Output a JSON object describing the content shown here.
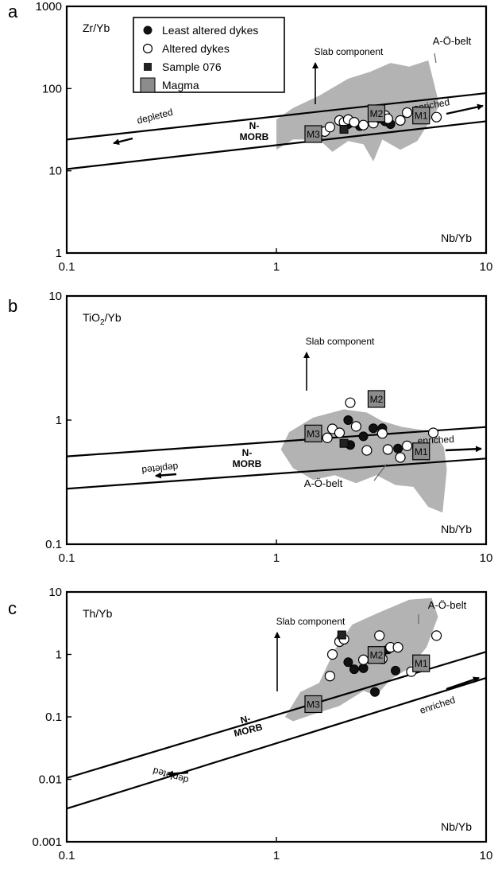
{
  "chart_data": [
    {
      "panel": "a",
      "type": "scatter",
      "xscale": "log",
      "yscale": "log",
      "xlim": [
        0.1,
        10
      ],
      "ylim": [
        1,
        1000
      ],
      "x_ticks": [
        "0.1",
        "1",
        "10"
      ],
      "y_ticks": [
        "1",
        "10",
        "100",
        "1000"
      ],
      "ylabel": "Zr/Yb",
      "xlabel": "Nb/Yb",
      "legend": {
        "placement": "top-left",
        "entries": [
          {
            "label": "Least altered dykes",
            "marker": "filled-circle"
          },
          {
            "label": "Altered dykes",
            "marker": "open-circle"
          },
          {
            "label": "Sample 076",
            "marker": "filled-square"
          },
          {
            "label": "Magma",
            "marker": "grey-square"
          }
        ]
      },
      "morb_band": {
        "label": "N-\nMORB",
        "upper": [
          [
            0.1,
            24
          ],
          [
            10,
            88
          ]
        ],
        "lower": [
          [
            0.1,
            10.5
          ],
          [
            10,
            40
          ]
        ]
      },
      "annotations": {
        "slab": "Slab component",
        "depleted": "depleted",
        "enriched": "enriched",
        "field": "A-Ö-belt"
      },
      "field_polygon": [
        [
          1.0,
          18
        ],
        [
          1.2,
          24
        ],
        [
          1.6,
          24
        ],
        [
          1.85,
          17
        ],
        [
          2.2,
          23
        ],
        [
          2.6,
          21
        ],
        [
          2.9,
          13
        ],
        [
          3.2,
          24
        ],
        [
          3.9,
          18
        ],
        [
          4.7,
          23
        ],
        [
          6.0,
          62
        ],
        [
          5.3,
          220
        ],
        [
          4.3,
          185
        ],
        [
          3.5,
          205
        ],
        [
          2.8,
          160
        ],
        [
          2.2,
          132
        ],
        [
          1.6,
          82
        ],
        [
          1.2,
          58
        ],
        [
          1.0,
          42
        ]
      ],
      "series": [
        {
          "name": "Least altered dykes",
          "points": [
            [
              2.2,
              37
            ],
            [
              2.5,
              35
            ],
            [
              3.3,
              40
            ],
            [
              3.5,
              37
            ]
          ]
        },
        {
          "name": "Altered dykes",
          "points": [
            [
              1.7,
              30
            ],
            [
              1.8,
              34
            ],
            [
              2.0,
              41
            ],
            [
              2.1,
              39
            ],
            [
              2.2,
              42
            ],
            [
              2.35,
              39
            ],
            [
              2.6,
              36
            ],
            [
              2.9,
              38
            ],
            [
              3.1,
              44
            ],
            [
              3.3,
              47
            ],
            [
              3.4,
              43
            ],
            [
              3.9,
              41
            ],
            [
              4.2,
              51
            ],
            [
              5.8,
              45
            ]
          ]
        },
        {
          "name": "Sample 076",
          "points": [
            [
              2.1,
              32
            ]
          ]
        }
      ],
      "magma": [
        {
          "label": "M1",
          "x": 4.9,
          "y": 47
        },
        {
          "label": "M2",
          "x": 3.0,
          "y": 50
        },
        {
          "label": "M3",
          "x": 1.5,
          "y": 28
        }
      ]
    },
    {
      "panel": "b",
      "type": "scatter",
      "xscale": "log",
      "yscale": "log",
      "xlim": [
        0.1,
        10
      ],
      "ylim": [
        0.1,
        10
      ],
      "x_ticks": [
        "0.1",
        "1",
        "10"
      ],
      "y_ticks": [
        "0.1",
        "1",
        "10"
      ],
      "ylabel": "TiO",
      "ylabel_sub": "2",
      "ylabel_tail": "/Yb",
      "xlabel": "Nb/Yb",
      "morb_band": {
        "label": "N-\nMORB",
        "upper": [
          [
            0.1,
            0.51
          ],
          [
            10,
            0.88
          ]
        ],
        "lower": [
          [
            0.1,
            0.28
          ],
          [
            10,
            0.49
          ]
        ]
      },
      "annotations": {
        "slab": "Slab component",
        "depleted": "depleted",
        "enriched": "enriched",
        "field": "A-Ö-belt"
      },
      "field_polygon": [
        [
          1.5,
          1.05
        ],
        [
          2.1,
          1.22
        ],
        [
          2.7,
          1.15
        ],
        [
          3.2,
          0.98
        ],
        [
          4.0,
          0.88
        ],
        [
          5.0,
          0.83
        ],
        [
          5.8,
          0.76
        ],
        [
          6.3,
          0.6
        ],
        [
          6.5,
          0.4
        ],
        [
          6.2,
          0.18
        ],
        [
          5.3,
          0.2
        ],
        [
          4.5,
          0.29
        ],
        [
          3.7,
          0.3
        ],
        [
          3.0,
          0.36
        ],
        [
          2.4,
          0.31
        ],
        [
          1.9,
          0.36
        ],
        [
          1.5,
          0.33
        ],
        [
          1.2,
          0.41
        ],
        [
          1.05,
          0.58
        ],
        [
          1.15,
          0.8
        ]
      ],
      "series": [
        {
          "name": "Least altered dykes",
          "points": [
            [
              2.2,
              1.0
            ],
            [
              2.25,
              0.63
            ],
            [
              2.6,
              0.74
            ],
            [
              2.9,
              0.86
            ],
            [
              3.2,
              0.86
            ],
            [
              3.8,
              0.59
            ]
          ]
        },
        {
          "name": "Altered dykes",
          "points": [
            [
              1.75,
              0.72
            ],
            [
              1.85,
              0.85
            ],
            [
              2.0,
              0.79
            ],
            [
              2.25,
              1.38
            ],
            [
              2.4,
              0.89
            ],
            [
              2.7,
              0.57
            ],
            [
              3.2,
              0.78
            ],
            [
              3.4,
              0.58
            ],
            [
              3.9,
              0.5
            ],
            [
              4.2,
              0.62
            ],
            [
              5.6,
              0.79
            ]
          ]
        },
        {
          "name": "Sample 076",
          "points": [
            [
              2.1,
              0.65
            ]
          ]
        }
      ],
      "magma": [
        {
          "label": "M1",
          "x": 4.9,
          "y": 0.56
        },
        {
          "label": "M2",
          "x": 3.0,
          "y": 1.48
        },
        {
          "label": "M3",
          "x": 1.5,
          "y": 0.78
        }
      ]
    },
    {
      "panel": "c",
      "type": "scatter",
      "xscale": "log",
      "yscale": "log",
      "xlim": [
        0.1,
        10
      ],
      "ylim": [
        0.001,
        10
      ],
      "x_ticks": [
        "0.1",
        "1",
        "10"
      ],
      "y_ticks": [
        "0.001",
        "0.01",
        "0.1",
        "1",
        "10"
      ],
      "ylabel": "Th/Yb",
      "xlabel": "Nb/Yb",
      "morb_band": {
        "label": "N-\nMORB",
        "upper": [
          [
            0.1,
            0.0105
          ],
          [
            10,
            1.1
          ]
        ],
        "lower": [
          [
            0.1,
            0.0034
          ],
          [
            10,
            0.42
          ]
        ]
      },
      "annotations": {
        "slab": "Slab component",
        "depleted": "depleted",
        "enriched": "enriched",
        "field": "A-Ö-belt"
      },
      "field_polygon": [
        [
          1.1,
          0.1
        ],
        [
          1.3,
          0.25
        ],
        [
          1.6,
          0.35
        ],
        [
          1.9,
          1.2
        ],
        [
          2.3,
          3.0
        ],
        [
          3.0,
          4.5
        ],
        [
          4.3,
          7.5
        ],
        [
          5.5,
          8.0
        ],
        [
          5.9,
          4.0
        ],
        [
          5.2,
          1.3
        ],
        [
          4.3,
          0.6
        ],
        [
          3.5,
          0.4
        ],
        [
          3.0,
          0.22
        ],
        [
          2.6,
          0.26
        ],
        [
          2.0,
          0.15
        ],
        [
          1.5,
          0.11
        ],
        [
          1.2,
          0.085
        ]
      ],
      "series": [
        {
          "name": "Least altered dykes",
          "points": [
            [
              2.05,
              1.9
            ],
            [
              2.2,
              0.75
            ],
            [
              2.35,
              0.58
            ],
            [
              2.6,
              0.6
            ],
            [
              2.95,
              0.25
            ],
            [
              3.2,
              1.1
            ],
            [
              3.4,
              1.2
            ],
            [
              3.7,
              0.55
            ]
          ]
        },
        {
          "name": "Altered dykes",
          "points": [
            [
              1.8,
              0.45
            ],
            [
              1.85,
              1.0
            ],
            [
              2.0,
              1.6
            ],
            [
              2.1,
              1.75
            ],
            [
              2.6,
              0.82
            ],
            [
              3.1,
              2.0
            ],
            [
              3.2,
              0.85
            ],
            [
              3.5,
              1.3
            ],
            [
              3.8,
              1.3
            ],
            [
              4.4,
              0.53
            ],
            [
              5.8,
              2.0
            ]
          ]
        },
        {
          "name": "Sample 076",
          "points": [
            [
              2.05,
              2.05
            ]
          ]
        }
      ],
      "magma": [
        {
          "label": "M1",
          "x": 4.9,
          "y": 0.72
        },
        {
          "label": "M2",
          "x": 3.0,
          "y": 0.98
        },
        {
          "label": "M3",
          "x": 1.5,
          "y": 0.16
        }
      ]
    }
  ]
}
